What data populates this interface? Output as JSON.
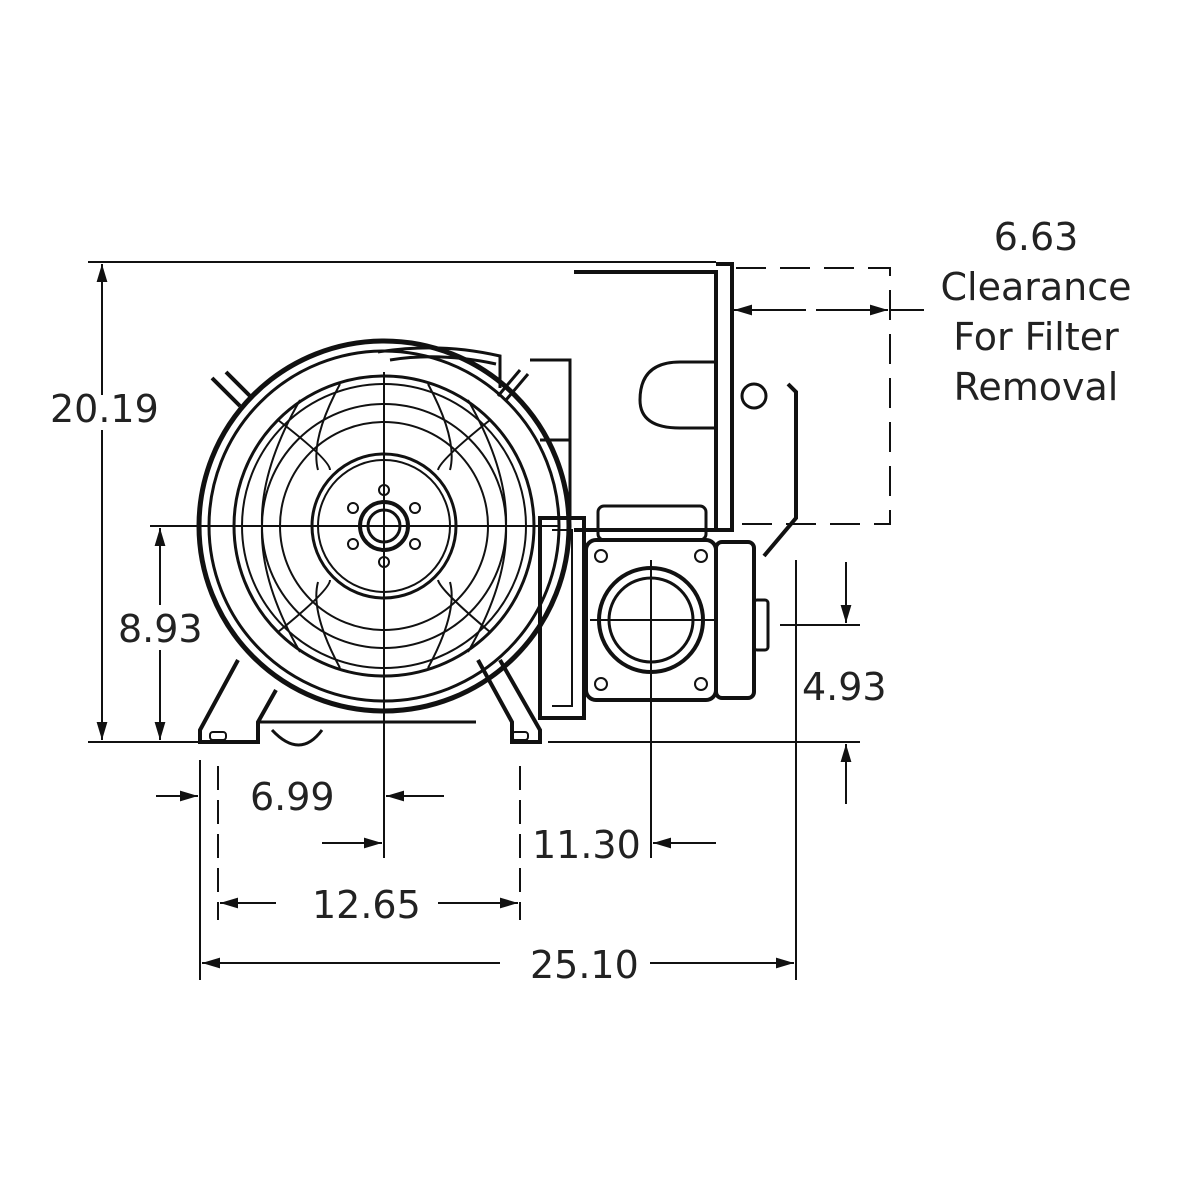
{
  "diagram": {
    "subject": "blower motor front elevation",
    "line_color": "#111111",
    "text_color": "#222222"
  },
  "dimensions": {
    "overall_height": "20.19",
    "shaft_height": "8.93",
    "outlet_height": "4.93",
    "foot_to_shaft": "6.99",
    "foot_span": "12.65",
    "outlet_offset": "11.30",
    "overall_width": "25.10"
  },
  "clearance_note": {
    "value": "6.63",
    "line1": "Clearance",
    "line2": "For Filter",
    "line3": "Removal"
  }
}
